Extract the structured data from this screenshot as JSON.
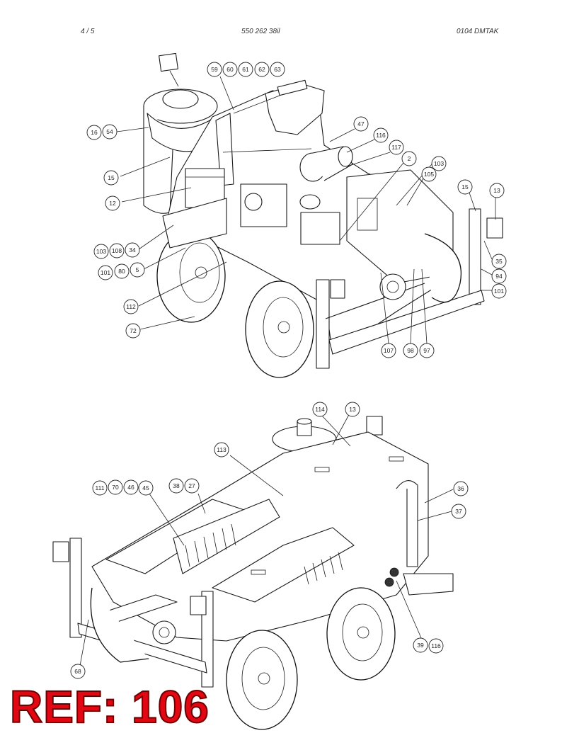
{
  "header": {
    "page": "4 /   5",
    "document_number": "550 262 38il",
    "revision": "0104   DMTAK"
  },
  "stamp": "REF: 106",
  "top_view_callouts": [
    "59",
    "60",
    "61",
    "62",
    "63",
    "16",
    "54",
    "47",
    "116",
    "117",
    "2",
    "103",
    "105",
    "15",
    "12",
    "15",
    "13",
    "103",
    "108",
    "34",
    "5",
    "101",
    "80",
    "35",
    "94",
    "101",
    "112",
    "72",
    "107",
    "98",
    "97"
  ],
  "bottom_view_callouts": [
    "114",
    "13",
    "113",
    "111",
    "70",
    "46",
    "45",
    "38",
    "27",
    "36",
    "37",
    "68",
    "39",
    "116"
  ]
}
